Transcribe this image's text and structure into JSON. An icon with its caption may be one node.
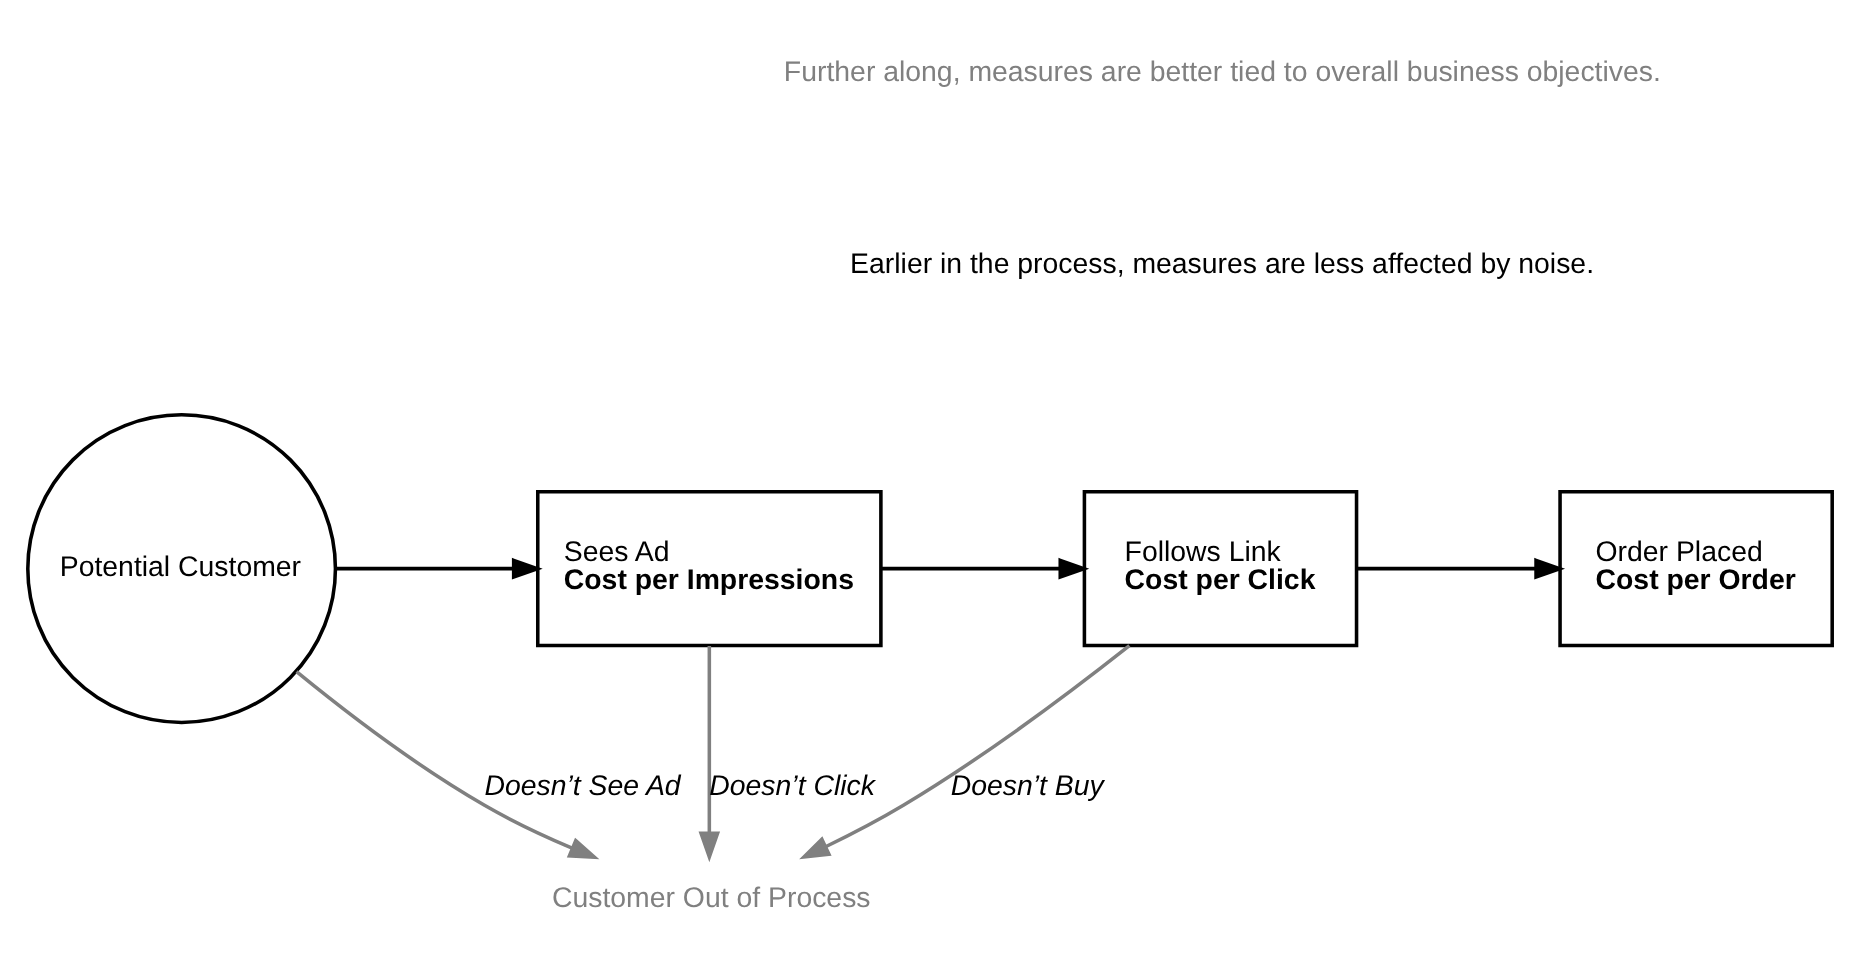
{
  "diagram": {
    "nodes": [
      {
        "text": [
          "Potential Customer"
        ]
      },
      {
        "text": [
          "Sees Ad",
          "Cost per Impressions"
        ]
      },
      {
        "text": [
          "Follows Link",
          "Cost per Click"
        ]
      },
      {
        "text": [
          "Order Placed",
          "Cost per Order"
        ]
      },
      {
        "text": [
          "Customer Out of Process"
        ]
      }
    ],
    "edges": [
      {
        "from": 0,
        "to": 1,
        "arrow": "to"
      },
      {
        "from": 1,
        "to": 2,
        "arrow": "to"
      },
      {
        "from": 2,
        "to": 3,
        "arrow": "to"
      },
      {
        "from": 0,
        "to": 4,
        "arrow": "to",
        "label": "Doesn’t See Ad",
        "color": "#808080"
      },
      {
        "from": 1,
        "to": 4,
        "arrow": "to",
        "label": "Doesn’t Click",
        "color": "#808080"
      },
      {
        "from": 2,
        "to": 4,
        "arrow": "to",
        "label": "Doesn’t Buy",
        "color": "#808080"
      }
    ],
    "labels": [
      "Further along, measures are better tied to overall business objectives.",
      "Earlier in the process, measures are less affected by noise."
    ]
  }
}
